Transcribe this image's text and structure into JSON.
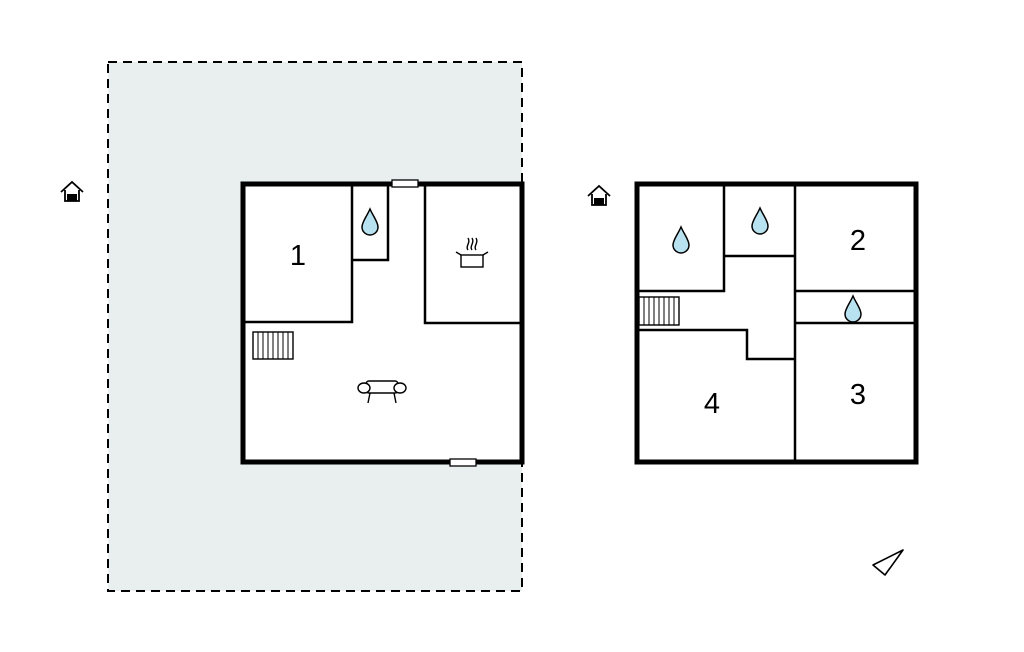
{
  "floors": [
    {
      "id": "ground-floor",
      "rooms": [
        {
          "label": "1",
          "type": "bedroom"
        },
        {
          "type": "bathroom",
          "icon": "water-drop-icon"
        },
        {
          "type": "kitchen",
          "icon": "cooking-pot-icon"
        },
        {
          "type": "living-room",
          "icon": "sofa-icon"
        },
        {
          "type": "staircase",
          "icon": "stairs-icon"
        }
      ],
      "doors": [
        "top-entrance",
        "bottom-entrance"
      ],
      "icon": "house-icon",
      "terrace": {
        "style": "dashed",
        "fill": "#e9eeee"
      }
    },
    {
      "id": "upper-floor",
      "rooms": [
        {
          "type": "bathroom",
          "icon": "water-drop-icon"
        },
        {
          "type": "bathroom",
          "icon": "water-drop-icon"
        },
        {
          "label": "2",
          "type": "bedroom"
        },
        {
          "type": "bathroom",
          "icon": "water-drop-icon"
        },
        {
          "label": "3",
          "type": "bedroom"
        },
        {
          "label": "4",
          "type": "bedroom"
        },
        {
          "type": "staircase",
          "icon": "stairs-icon"
        }
      ],
      "icon": "house-icon"
    }
  ],
  "compass": {
    "icon": "north-arrow-icon"
  },
  "colors": {
    "wall": "#000000",
    "water": "#b8e2ef",
    "terrace": "#e9eeee",
    "background": "#ffffff"
  }
}
